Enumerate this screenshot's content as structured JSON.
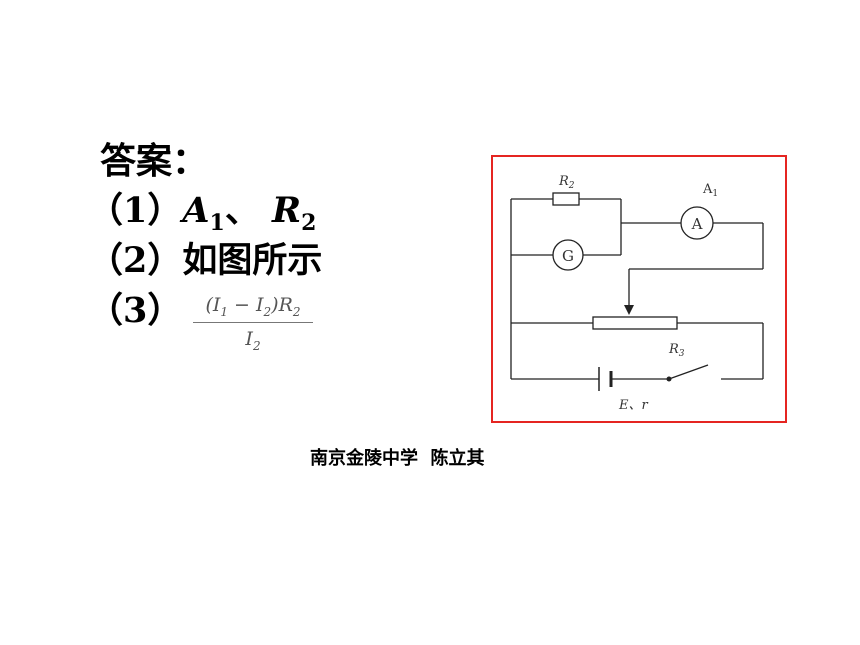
{
  "answer": {
    "heading": "答案：",
    "item1_num": "（1）",
    "item1_a": "A",
    "item1_a_sub": "1",
    "item1_sep": "、",
    "item1_r": "R",
    "item1_r_sub": "2",
    "item2_num": "（2）",
    "item2_text": "如图所示",
    "item3_num": "（3）",
    "formula": {
      "open": "(",
      "i1": "I",
      "i1_sub": "1",
      "minus": " − ",
      "i2": "I",
      "i2_sub": "2",
      "close": ")",
      "r": "R",
      "r_sub": "2",
      "den": "I",
      "den_sub": "2"
    }
  },
  "circuit": {
    "r2_label": "R",
    "r2_sub": "2",
    "a1_label": "A",
    "a1_sub": "1",
    "ammeter_symbol": "A",
    "galvanometer_symbol": "G",
    "r3_label": "R",
    "r3_sub": "3",
    "source_label": "E、r"
  },
  "caption": "南京金陵中学  陈立其",
  "colors": {
    "frame": "#e52521",
    "wire": "#222222"
  }
}
